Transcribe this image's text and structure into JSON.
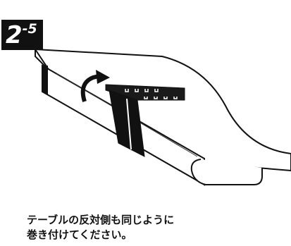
{
  "step": {
    "number": "2",
    "sub": "-5"
  },
  "instruction": {
    "line1": "テーブルの反対側も同じように",
    "line2": "巻き付けてください。"
  }
}
